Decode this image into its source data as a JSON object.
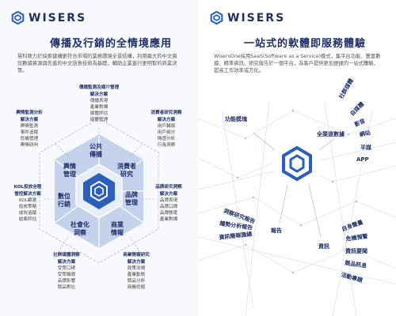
{
  "brand_name": "WISERS",
  "left": {
    "title": "傳播及行銷的全情境應用",
    "intro": "慧科致力於採索建構更符合市場的業務環境全景結構，利用龐大的中文資訊數據資源與先進的中文語意技術為基礎，輔助企業進行更明智的商業決策。",
    "blocks": {
      "top": {
        "head": "傳播監測及媒介管理",
        "sub": "解決方案",
        "items": [
          "傳播表現",
          "產業對標",
          "媒體評估",
          "媒體管理"
        ]
      },
      "ul": {
        "head": "輿情監測分析",
        "sub": "解決方案",
        "items": [
          "輿情監測",
          "事件追蹤",
          "危機管理",
          "輿情研判"
        ]
      },
      "ur": {
        "head": "消費者研究洞察",
        "sub": "解決方案",
        "items": [
          "用戶輪廓",
          "用戶細分",
          "情感分析",
          "行為洞察"
        ]
      },
      "ml": {
        "head": "KOL投放全程",
        "head2": "管控解決方案",
        "items": [
          "KOL篩選",
          "投放策略",
          "成效追蹤",
          "結案評估"
        ]
      },
      "mr": {
        "head": "品牌研究洞察",
        "sub": "解決方案",
        "items": [
          "品牌表現",
          "品牌口碑",
          "品牌態度",
          "產業對標"
        ]
      },
      "bl": {
        "head": "社群媒體洞察",
        "sub": "解決方案",
        "items": [
          "受眾口碑",
          "受眾輪廓",
          "品牌影響",
          "競品對比"
        ]
      },
      "br": {
        "head": "商業情報研究",
        "sub": "解決方案",
        "items": [
          "政策法規",
          "產業動態",
          "競品分析",
          "商機挖掘"
        ]
      }
    },
    "hex": {
      "top": [
        "公共",
        "傳播"
      ],
      "ur": [
        "消費者",
        "研究"
      ],
      "mr": [
        "品牌",
        "管理"
      ],
      "br": [
        "商業",
        "情報"
      ],
      "bl": [
        "社會化",
        "洞察"
      ],
      "ml": [
        "數位",
        "行銷"
      ],
      "ul": [
        "輿情",
        "管理"
      ]
    }
  },
  "right": {
    "title": "一站式的軟體即服務體驗",
    "intro": "WisersOne採用SaaS(Software as a Service)模式，集平台功能、豐富數據、精準資訊、研究報告於一個平台，為客戶提供更加便捷的一站式體驗，提高工作效率或方化。",
    "labels": {
      "func": "功能模塊",
      "data": "全渠道數據",
      "report": "報告",
      "info": "資訊"
    },
    "data_items": [
      "社群媒體",
      "自媒體",
      "影音",
      "網站",
      "平媒",
      "APP"
    ],
    "report_items": [
      "洞察研究報告",
      "趨勢分析報告",
      "資訊簡報匯總"
    ],
    "info_items": [
      "自身聲量",
      "危機預警",
      "資訊要聞",
      "競品訊息",
      "活動專題"
    ]
  },
  "colors": {
    "navy": "#1f2f6b",
    "brand_blue": "#2a5fbd",
    "hex_inner": "#dde5f3",
    "hex_mid": "#c5d2ec"
  }
}
